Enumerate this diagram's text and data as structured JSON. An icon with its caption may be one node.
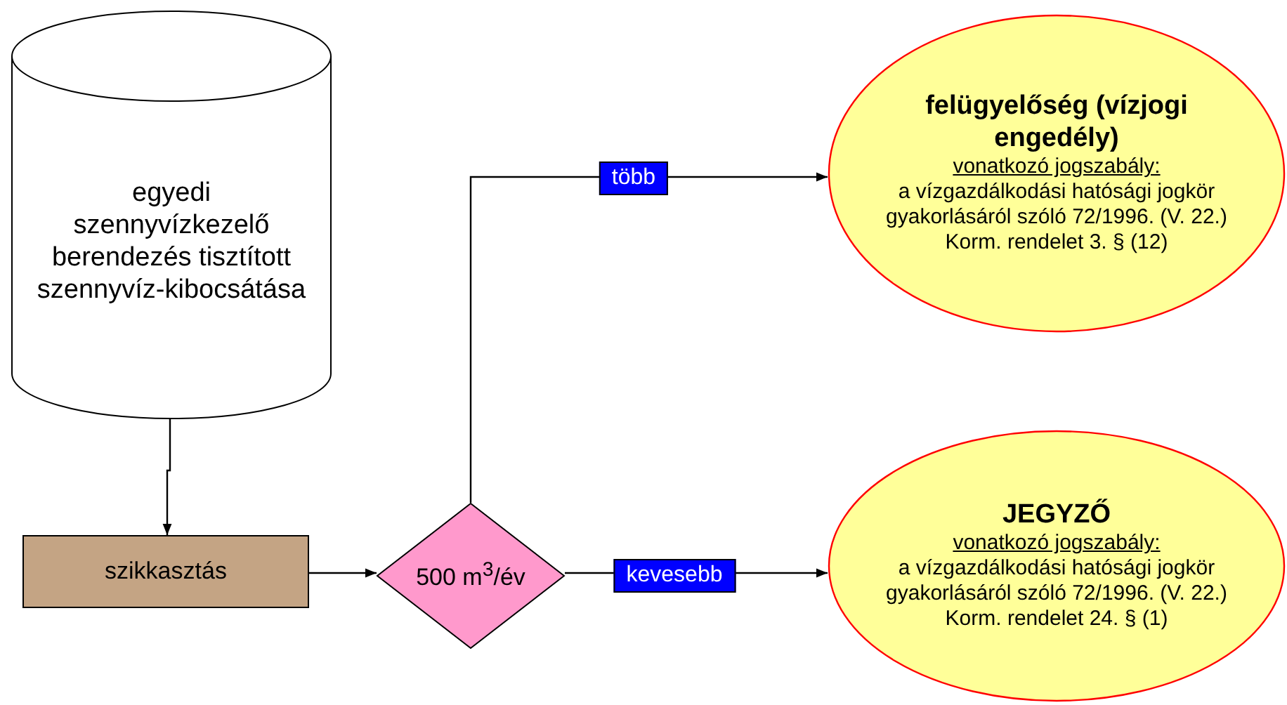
{
  "diagram": {
    "nodes": [
      {
        "text": [
          "egyedi szennyvízkezelő berendezés tisztított szennyvíz-kibocsátása"
        ]
      },
      {
        "text": [
          "szikkasztás"
        ]
      },
      {
        "text": [
          "500 m$^{3}$/év"
        ]
      },
      {
        "text": [
          "felügyelőség (vízjogi engedély)",
          "vonatkozó jogszabály:",
          "a vízgazdálkodási hatósági jogkör gyakorlásáról szóló 72/1996. (V. 22.) Korm. rendelet 3. § (12)"
        ]
      },
      {
        "text": [
          "JEGYZŐ",
          "vonatkozó jogszabály:",
          "a vízgazdálkodási hatósági jogkör gyakorlásáról szóló 72/1996. (V. 22.) Korm. rendelet 24. § (1)"
        ]
      }
    ],
    "edges": [
      {
        "from": 0,
        "to": 1,
        "arrow": "to"
      },
      {
        "from": 1,
        "to": 2,
        "arrow": "to"
      },
      {
        "from": 2,
        "to": 3,
        "arrow": "to",
        "label": "több"
      },
      {
        "from": 2,
        "to": 4,
        "arrow": "to",
        "label": "kevesebb"
      }
    ]
  }
}
